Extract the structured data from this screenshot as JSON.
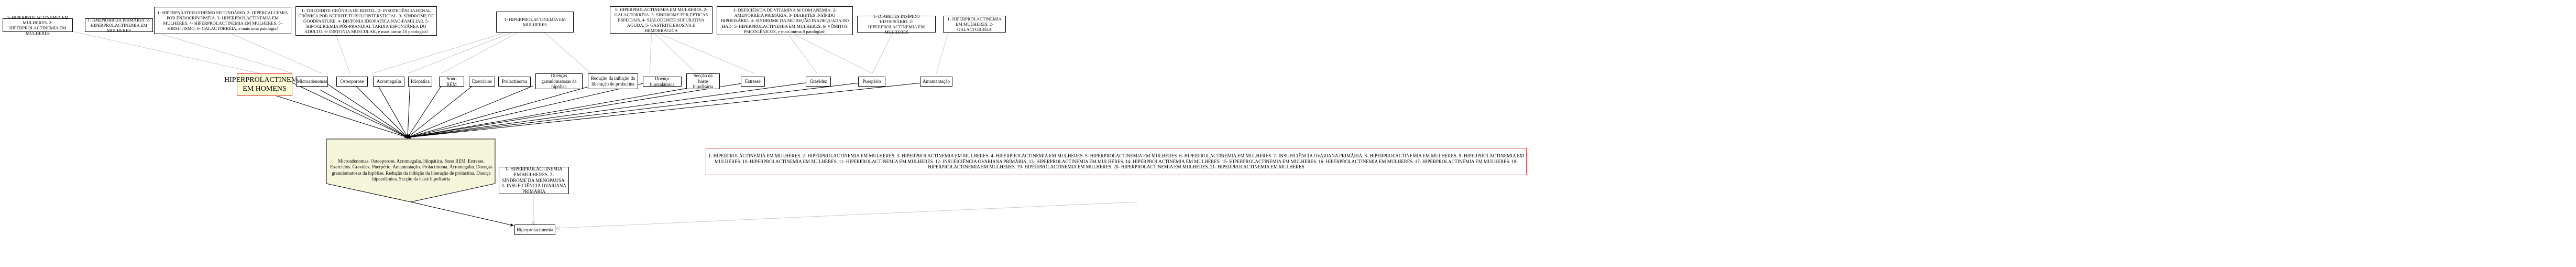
{
  "top_nodes": [
    {
      "text": "1- HIPERPROLACTINEMIA EM MULHERES. 2- HIPERPROLACTINEMIA EM MULHERES"
    },
    {
      "text": "1- AMENORRÉIA PRIMÁRIA. 2- HIPERPROLACTINEMIA EM MULHERES"
    },
    {
      "text": "1- HIPERPARATIREOIDISMO SECUNDÁRIO. 2- HIPERCALCEMIA POR ENDOCRINOPATIA. 3- HIPERPROLACTINEMIA EM MULHERES. 4- HIPERPROLACTINEMIA EM MULHERES. 5- HIRSUTISMO. 6- GALACTORRÉIA, e mais uma patologia!"
    },
    {
      "text": "1- TIREOIDITE CRÔNICA DE RIEDEL. 2- INSUFICIÊNCIA RENAL CRÔNICA POR NEFRITE TUBULOINTERSTICIAL. 3- SÍNDROME DE GOODPASTURE. 4- DISTONIA IDIOPÁTICA NÃO-FAMILIAR. 5- HIPOGLICEMIA PÓS-PRANDIAL TARDIA ESPONTÂNEA DO ADULTO. 6- DISTONIA MUSCULAR, e mais outras 10 patologias!"
    },
    {
      "text": "1- HIPERPROLACTINEMIA EM MULHERES"
    },
    {
      "text": "1- HIPERPROLACTINEMIA EM MULHERES. 2- GALACTORRÉIA. 3- SÍNDROME EPILÉPTICAS ESPECIAIS. 4- SIALODENITE SUPURATIVA AGUDA. 5- GASTRITE EROSIVA E HEMORRÁGICA"
    },
    {
      "text": "1- DEFICIÊNCIA DE VITAMINA M COM ANEMIA. 2- AMENORRÉIA PRIMÁRIA. 3- DIABETES INSÍPIDO HIPOFISÁRIO. 4- SÍNDROME DA SECREÇÃO INADEQUADA DO HAD. 5- HIPERPROLACTINEMIA EM MULHERES. 6- VÔMITOS PSICOGÊNICOS, e mais outras 8 patologias!"
    },
    {
      "text": "1- DIABETES INSÍPIDO HIPOFISÁRIO. 2- HIPERPROLACTINEMIA EM MULHERES"
    },
    {
      "text": "1- HIPERPROLACTINEMIA EM MULHERES. 2- GALACTORRÉIA"
    }
  ],
  "cause_nodes": [
    {
      "text": "HIPERPROLACTINEMIA EM HOMENS"
    },
    {
      "text": "Microadenomas"
    },
    {
      "text": "Osteoporose"
    },
    {
      "text": "Acromegalia"
    },
    {
      "text": "Idiopática"
    },
    {
      "text": "Sono REM"
    },
    {
      "text": "Exercícios"
    },
    {
      "text": "Prolactinoma"
    },
    {
      "text": "Doenças granulomatosas da hipófise"
    },
    {
      "text": "Redução da inibição da liberação de prolactina"
    },
    {
      "text": "Doença hipotalâmica"
    },
    {
      "text": "Secção da haste hipofisária"
    },
    {
      "text": "Estresse"
    },
    {
      "text": "Gravidez"
    },
    {
      "text": "Puerpério"
    },
    {
      "text": "Amamentação"
    }
  ],
  "center_node": {
    "text": "Microadenomas. Osteoporose. Acromegalia. Idiopática. Sono REM. Estresse. Exercícios. Gravidez. Puerpério. Amamentação. Prolactinoma. Acromegalia. Doenças granulomatosas da hipófise. Redução da inibição da liberação de prolactina. Doença hipotalâmica. Secção da haste hipofisária"
  },
  "right_nodes": [
    {
      "text": "1- HIPERPROLACTINEMIA EM MULHERES. 2- SÍNDROME DA MENOPAUSA. 3- INSUFICIÊNCIA OVARIANA PRIMÁRIA"
    },
    {
      "text": "1- HIPERPROLACTINEMIA EM MULHERES. 2- HIPERPROLACTINEMIA EM MULHERES. 3- HIPERPROLACTINEMIA EM MULHERES. 4- HIPERPROLACTINEMIA EM MULHERES. 5- HIPERPROLACTINEMIA EM MULHERES. 6- HIPERPROLACTINEMIA EM MULHERES. 7- INSUFICIÊNCIA OVARIANA PRIMÁRIA. 8- HIPERPROLACTINEMIA EM MULHERES. 9- HIPERPROLACTINEMIA EM MULHERES. 10- HIPERPROLACTINEMIA EM MULHERES. 11- HIPERPROLACTINEMIA EM MULHERES. 12- INSUFICIÊNCIA OVARIANA PRIMÁRIA. 13- HIPERPROLACTINEMIA EM MULHERES. 14- HIPERPROLACTINEMIA EM MULHERES. 15- HIPERPROLACTINEMIA EM MULHERES. 16- HIPERPROLACTINEMIA EM MULHERES. 17- HIPERPROLACTINEMIA EM MULHERES. 18- HIPERPROLACTINEMIA EM MULHERES. 19- HIPERPROLACTINEMIA EM MULHERES. 20- HIPERPROLACTINEMIA EM MULHERES. 21- HIPERPROLACTINEMIA EM MULHERES"
    }
  ],
  "result_node": {
    "text": "Hiperprolactinemia"
  },
  "colors": {
    "edge": "#000000",
    "faint_edge": "#c0c0c0",
    "highlight_fill": "#fffed7",
    "highlight_border": "#e03030",
    "center_fill": "#f5f5dc"
  }
}
